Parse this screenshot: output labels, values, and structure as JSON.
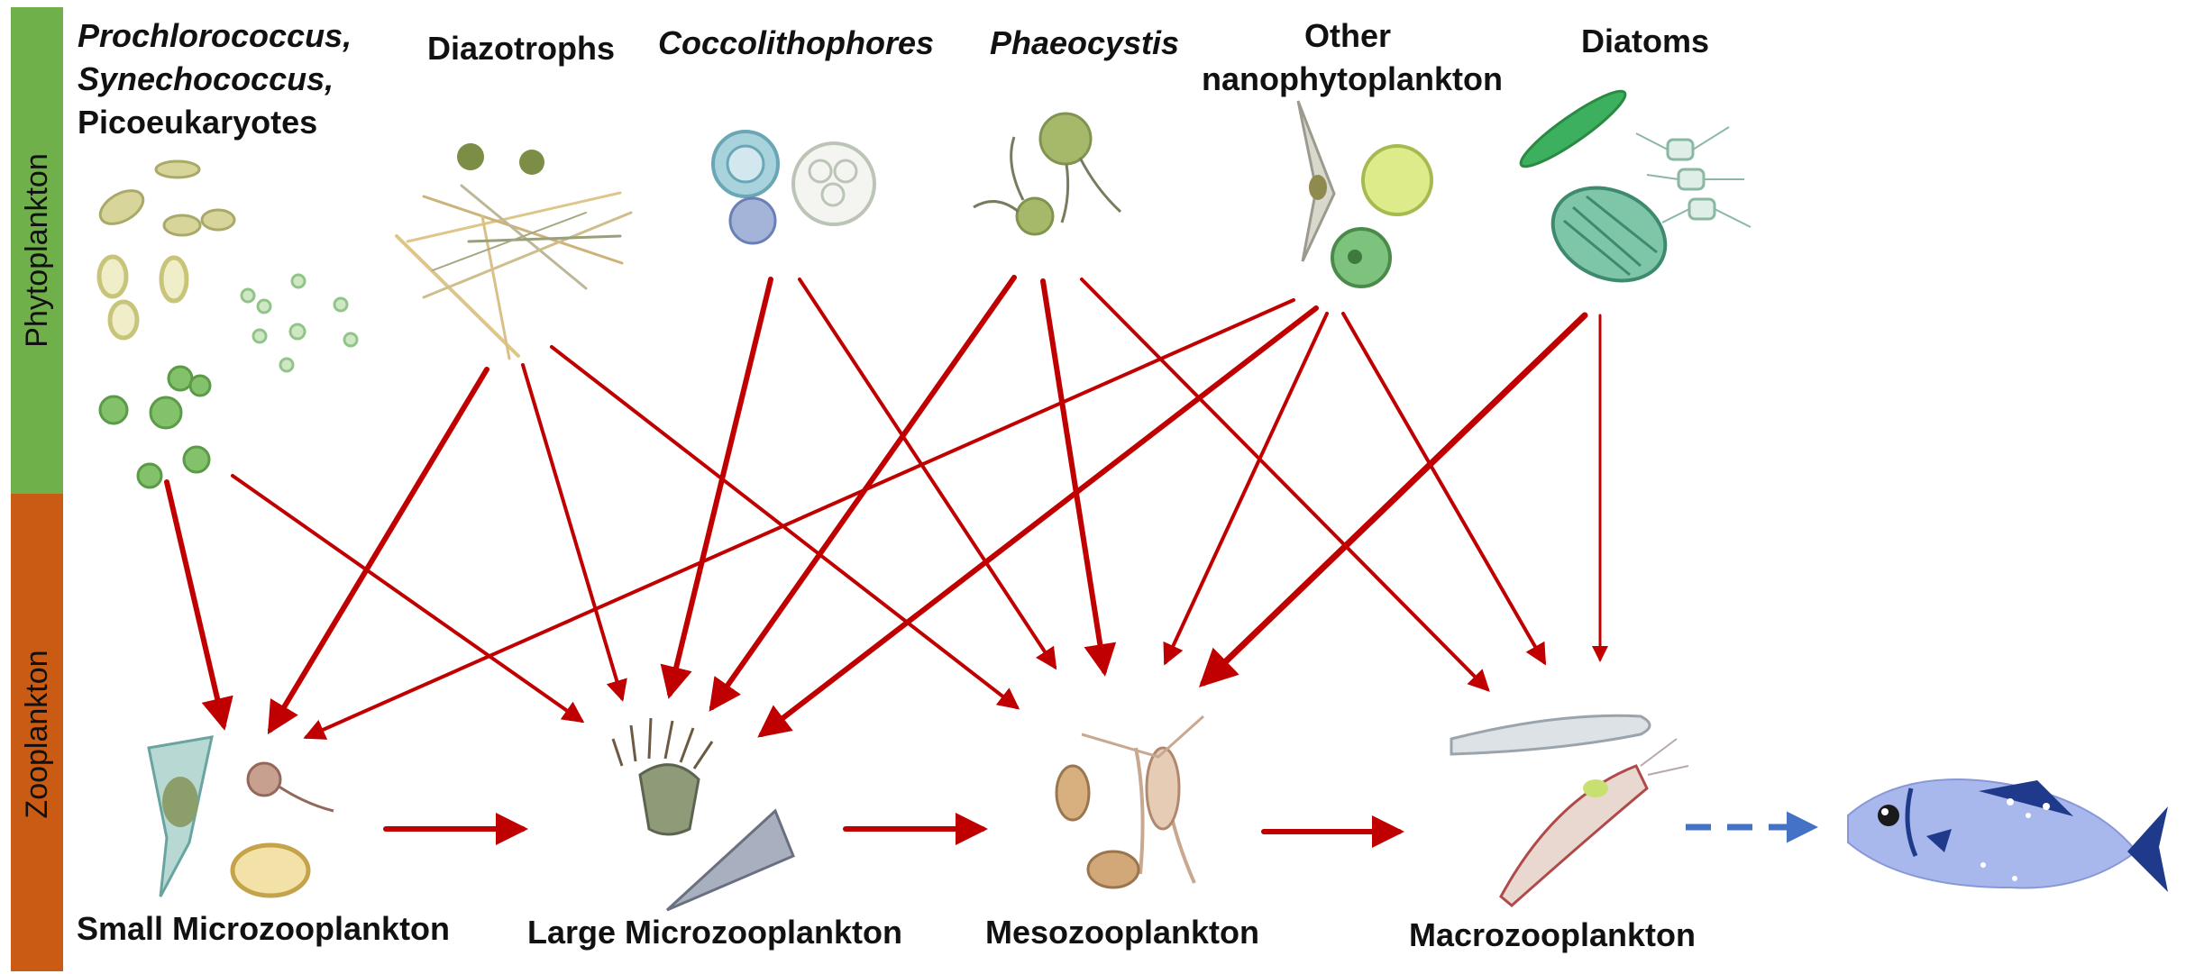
{
  "sidebar": {
    "phyto_label": "Phytoplankton",
    "zoo_label": "Zooplankton",
    "phyto_color": "#6fb04a",
    "zoo_color": "#c95b14"
  },
  "phytoplankton": {
    "pico": {
      "line1": "Prochlorococcus,",
      "line2": "Synechococcus,",
      "line3": "Picoeukaryotes"
    },
    "diazotrophs": "Diazotrophs",
    "coccolithophores": "Coccolithophores",
    "phaeocystis": "Phaeocystis",
    "other_nano": {
      "line1": "Other",
      "line2": "nanophytoplankton"
    },
    "diatoms": "Diatoms"
  },
  "zooplankton": {
    "small_micro": "Small Microzooplankton",
    "large_micro": "Large Microzooplankton",
    "meso": "Mesozooplankton",
    "macro": "Macrozooplankton"
  },
  "colors": {
    "arrow": "#c00000",
    "dashed_arrow": "#4472c4",
    "fish_body": "#a9b8ec",
    "fish_fin": "#1f3a8a"
  }
}
